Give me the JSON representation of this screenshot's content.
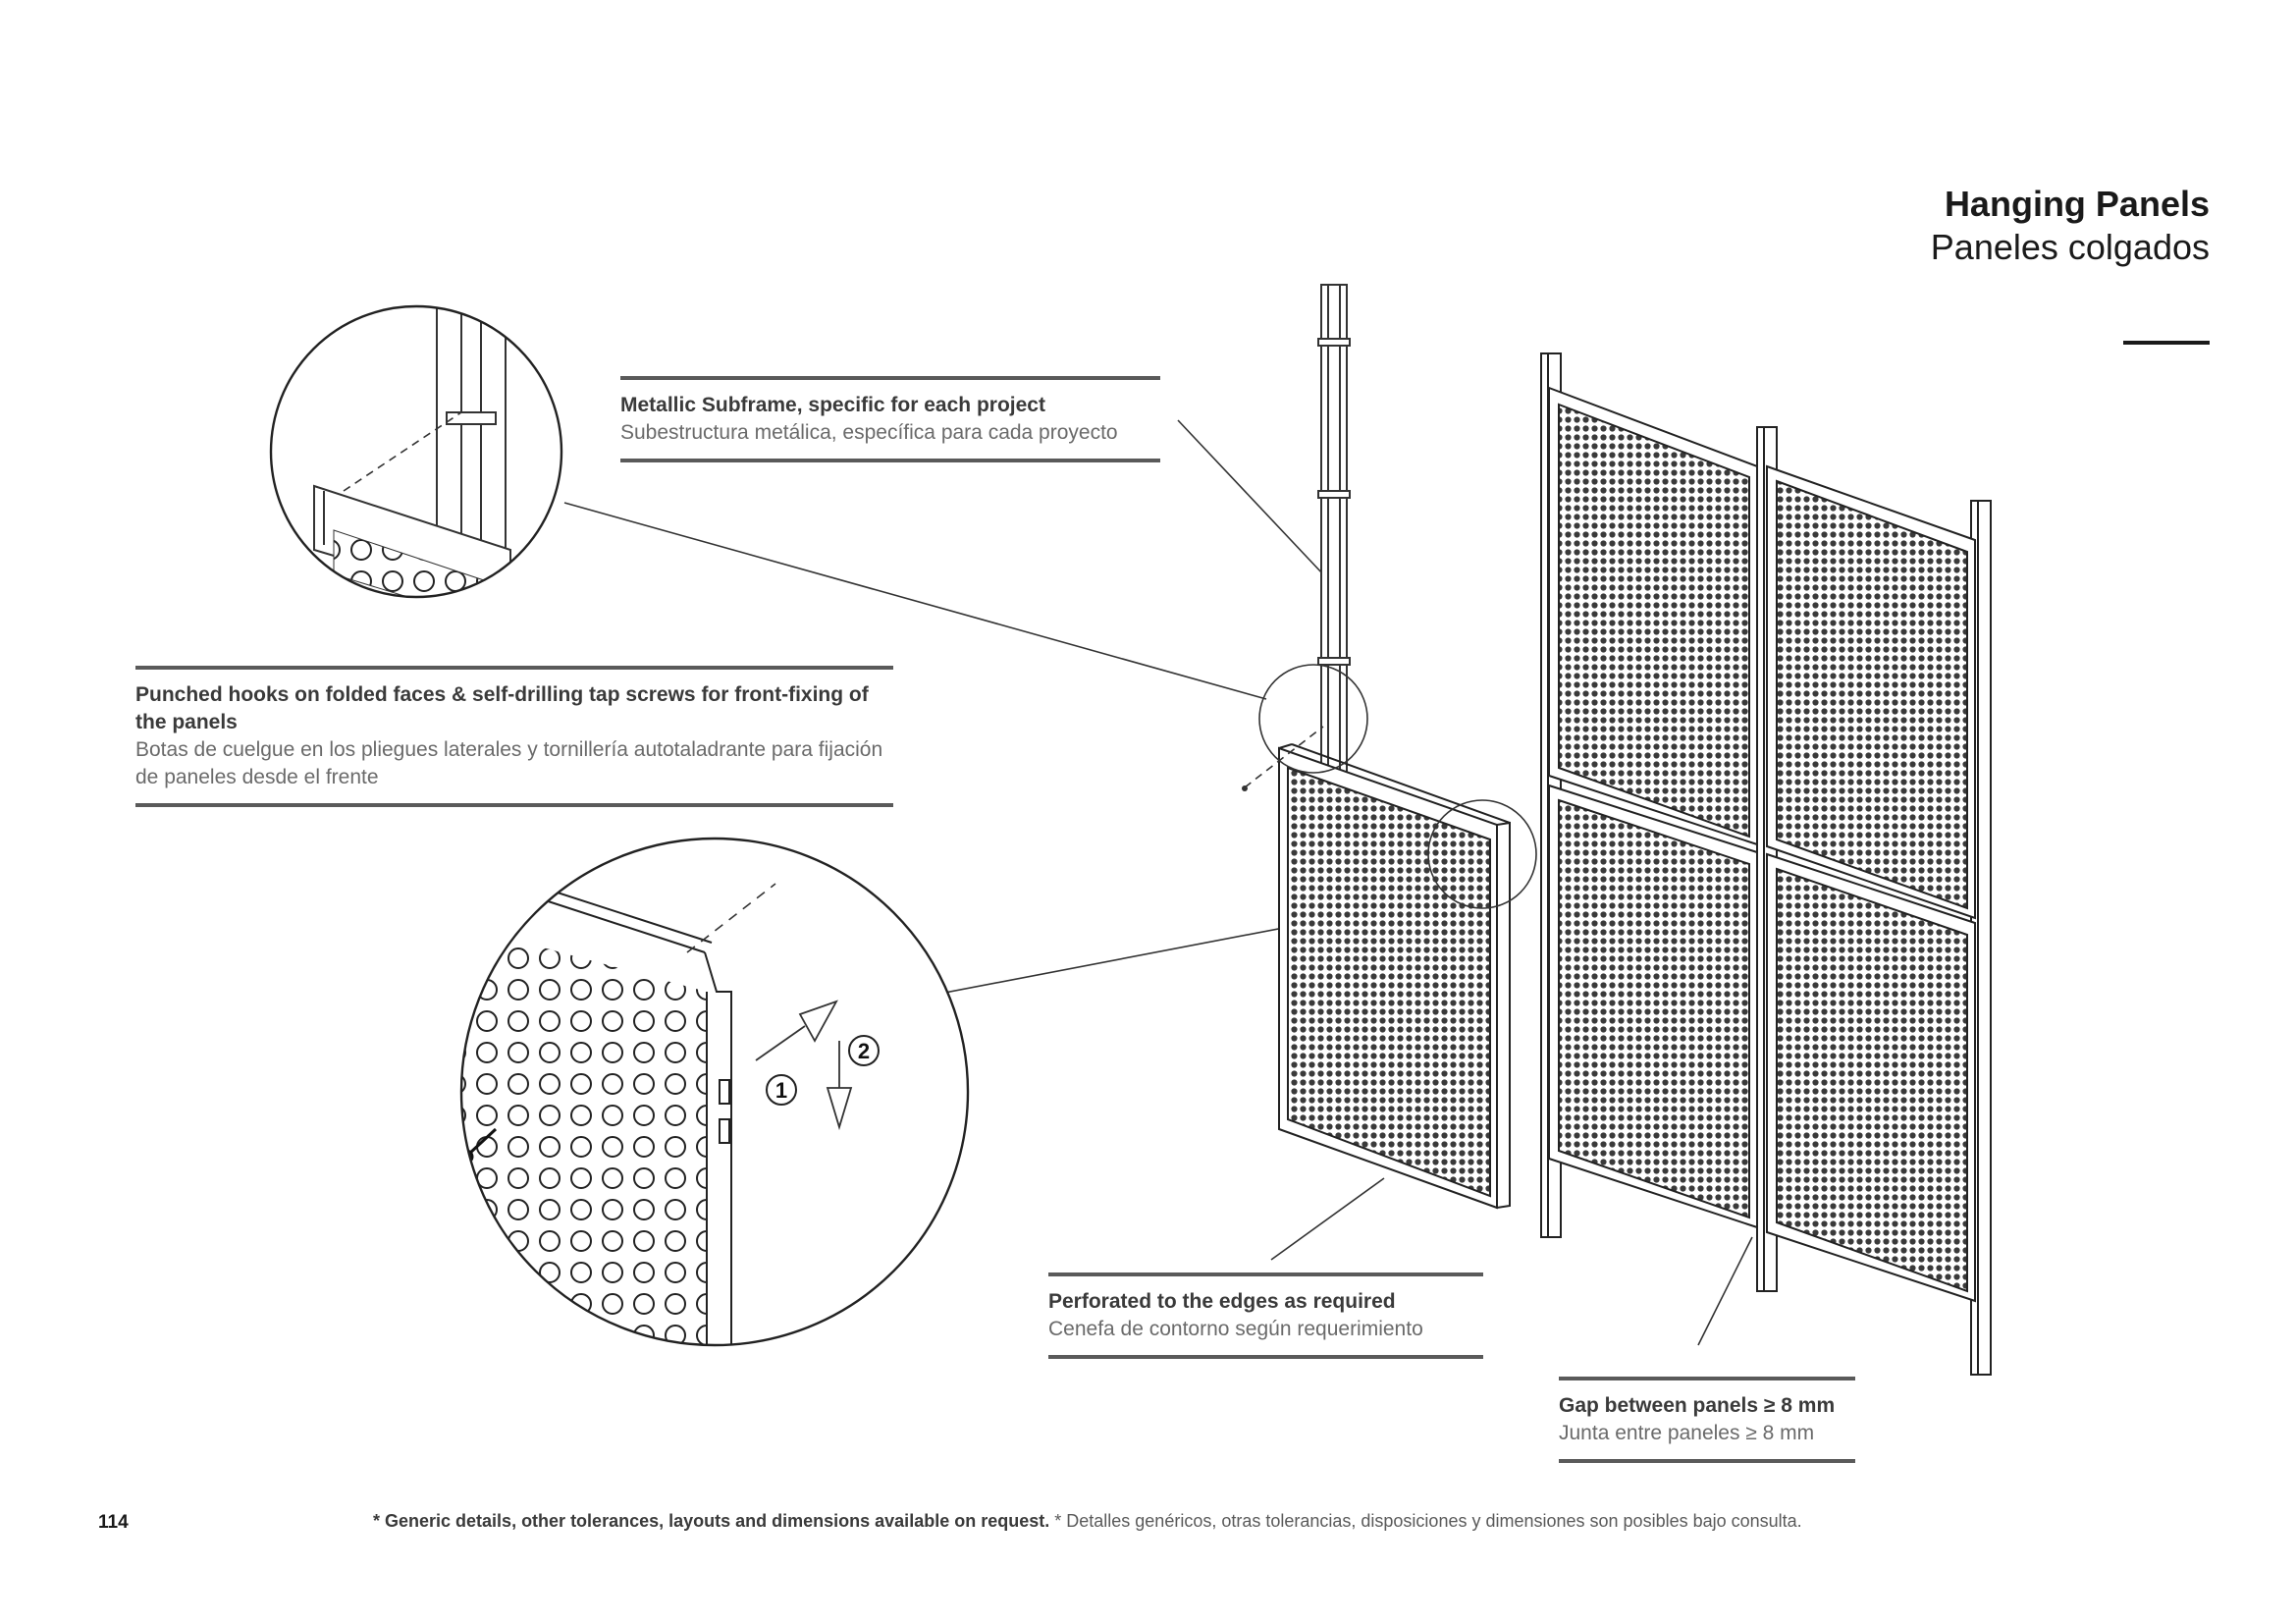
{
  "header": {
    "title_en": "Hanging Panels",
    "title_es": "Paneles colgados"
  },
  "callouts": {
    "subframe": {
      "en": "Metallic Subframe, specific for each project",
      "es": "Subestructura metálica, específica para cada proyecto"
    },
    "hooks": {
      "en": "Punched hooks on folded faces & self-drilling tap screws for front-fixing of the panels",
      "es": "Botas de cuelgue en los pliegues laterales y tornillería autotaladrante para fijación de paneles desde el frente"
    },
    "perforated": {
      "en": "Perforated to the edges as required",
      "es": "Cenefa de contorno según requerimiento"
    },
    "gap": {
      "en": "Gap between panels ≥ 8 mm",
      "es": "Junta entre paneles ≥ 8 mm"
    }
  },
  "steps": {
    "step1": "1",
    "step2": "2"
  },
  "footer": {
    "page_number": "114",
    "note_en": "* Generic details, other tolerances, layouts and dimensions available on request.",
    "note_es": "* Detalles genéricos, otras tolerancias, disposiciones y dimensiones son posibles bajo consulta."
  }
}
